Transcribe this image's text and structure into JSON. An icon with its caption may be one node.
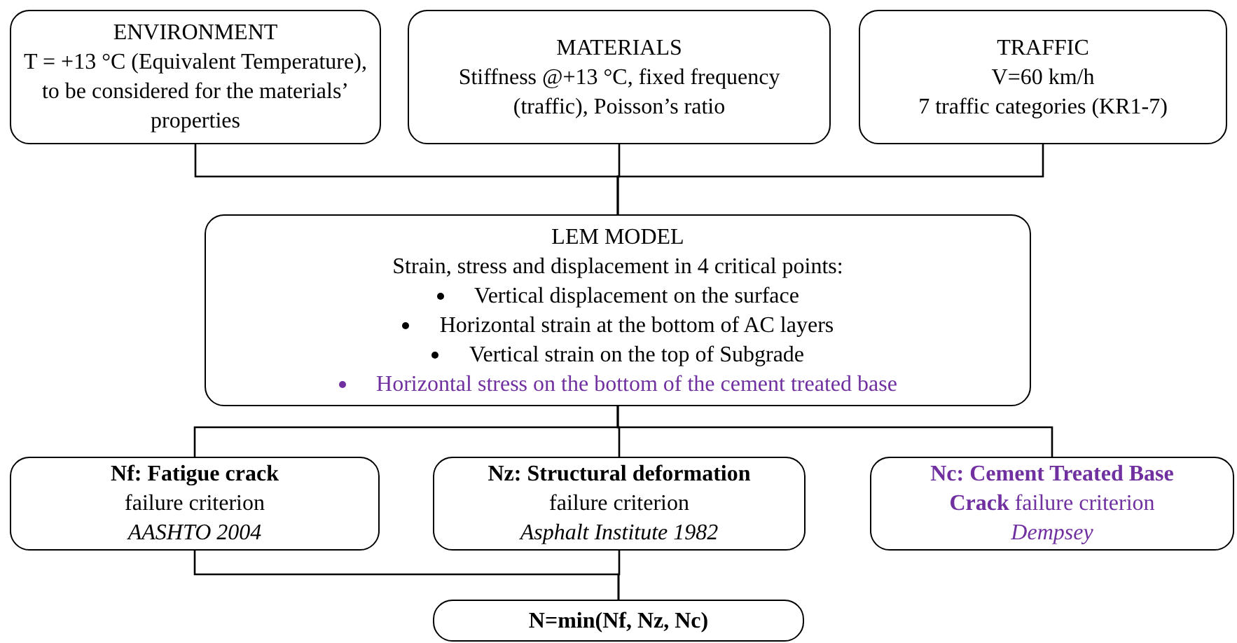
{
  "diagram": {
    "nodes": [
      {
        "text": [
          "ENVIRONMENT",
          "T = +13 °C (Equivalent Temperature), to be considered for the materials’ properties"
        ]
      },
      {
        "text": [
          "MATERIALS",
          "Stiffness @+13 °C, fixed frequency (traffic), Poisson’s ratio"
        ]
      },
      {
        "text": [
          "TRAFFIC",
          "V=60 km/h",
          "7 traffic categories (KR1-7)"
        ]
      },
      {
        "text": [
          "LEM MODEL",
          "Strain, stress and displacement in 4 critical points:",
          "Vertical displacement on the surface",
          "Horizontal strain at the bottom of AC layers",
          "Vertical strain on the top of Subgrade",
          "Horizontal stress on the bottom of the cement treated base"
        ]
      },
      {
        "text": [
          "Nf: Fatigue crack",
          "failure criterion",
          "AASHTO 2004"
        ]
      },
      {
        "text": [
          "Nz: Structural deformation",
          "failure criterion",
          "Asphalt Institute 1982"
        ]
      },
      {
        "text": [
          "**Nc: Cement Treated Base Crack** failure criterion",
          "Dempsey"
        ]
      },
      {
        "text": [
          "N=min(Nf, Nz, Nc)"
        ]
      }
    ],
    "edges": [
      {
        "from": 0,
        "to": 3,
        "arrow": "none"
      },
      {
        "from": 1,
        "to": 3,
        "arrow": "none"
      },
      {
        "from": 2,
        "to": 3,
        "arrow": "none"
      },
      {
        "from": 3,
        "to": 4,
        "arrow": "none"
      },
      {
        "from": 3,
        "to": 5,
        "arrow": "none"
      },
      {
        "from": 3,
        "to": 6,
        "arrow": "none"
      },
      {
        "from": 4,
        "to": 7,
        "arrow": "none"
      },
      {
        "from": 5,
        "to": 7,
        "arrow": "none"
      }
    ]
  }
}
